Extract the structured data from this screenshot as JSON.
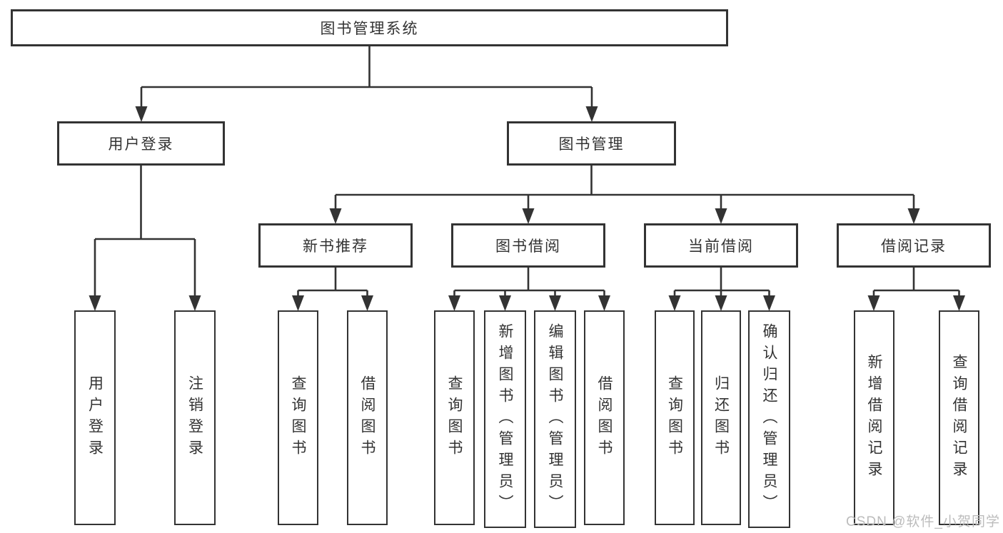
{
  "diagram": {
    "title_box": "图书管理系统",
    "level2": {
      "user_login": "用户登录",
      "book_management": "图书管理"
    },
    "level3": {
      "new_book_recommend": "新书推荐",
      "book_borrowing": "图书借阅",
      "current_borrowing": "当前借阅",
      "borrowing_records": "借阅记录"
    },
    "leaves": {
      "user_login": "用户登录",
      "logout": "注销登录",
      "recommend_query_books": "查询图书",
      "recommend_borrow_books": "借阅图书",
      "borrowing_query_books": "查询图书",
      "borrowing_add_books_admin": "新增图书（管理员）",
      "borrowing_edit_books_admin": "编辑图书（管理员）",
      "borrowing_borrow_books": "借阅图书",
      "current_query_books": "查询图书",
      "current_return_books": "归还图书",
      "current_confirm_return_admin": "确认归还（管理员）",
      "records_add_record": "新增借阅记录",
      "records_query_record": "查询借阅记录"
    },
    "watermark": "CSDN @软件_小贺同学",
    "colors": {
      "line": "#333333",
      "text": "#333333",
      "watermark": "#bcbcbc",
      "background": "#ffffff"
    }
  }
}
